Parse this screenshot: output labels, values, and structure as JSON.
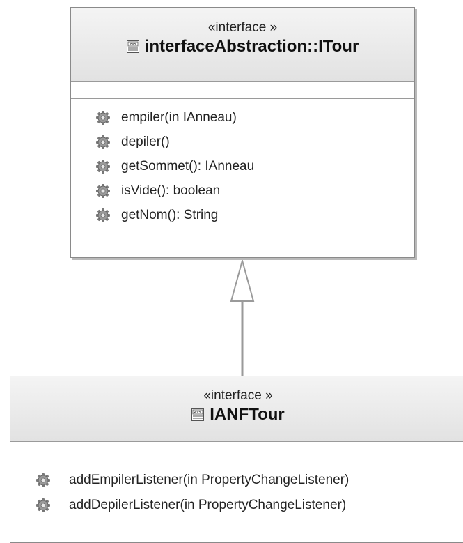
{
  "classes": [
    {
      "stereotype": "«interface »",
      "name": "interfaceAbstraction::ITour",
      "icon": "interface-class-icon",
      "operations": [
        "empiler(in IAnneau)",
        "depiler()",
        "getSommet(): IAnneau",
        "isVide(): boolean",
        "getNom(): String"
      ]
    },
    {
      "stereotype": "«interface »",
      "name": "IANFTour",
      "icon": "interface-class-icon",
      "operations": [
        "addEmpilerListener(in PropertyChangeListener)",
        "addDepilerListener(in PropertyChangeListener)"
      ]
    }
  ],
  "relations": [
    {
      "type": "generalization",
      "from": "IANFTour",
      "to": "interfaceAbstraction::ITour"
    }
  ],
  "colors": {
    "border": "#8a8a8a",
    "shadow": "#b9b9b9",
    "header": "#eaeaea"
  }
}
